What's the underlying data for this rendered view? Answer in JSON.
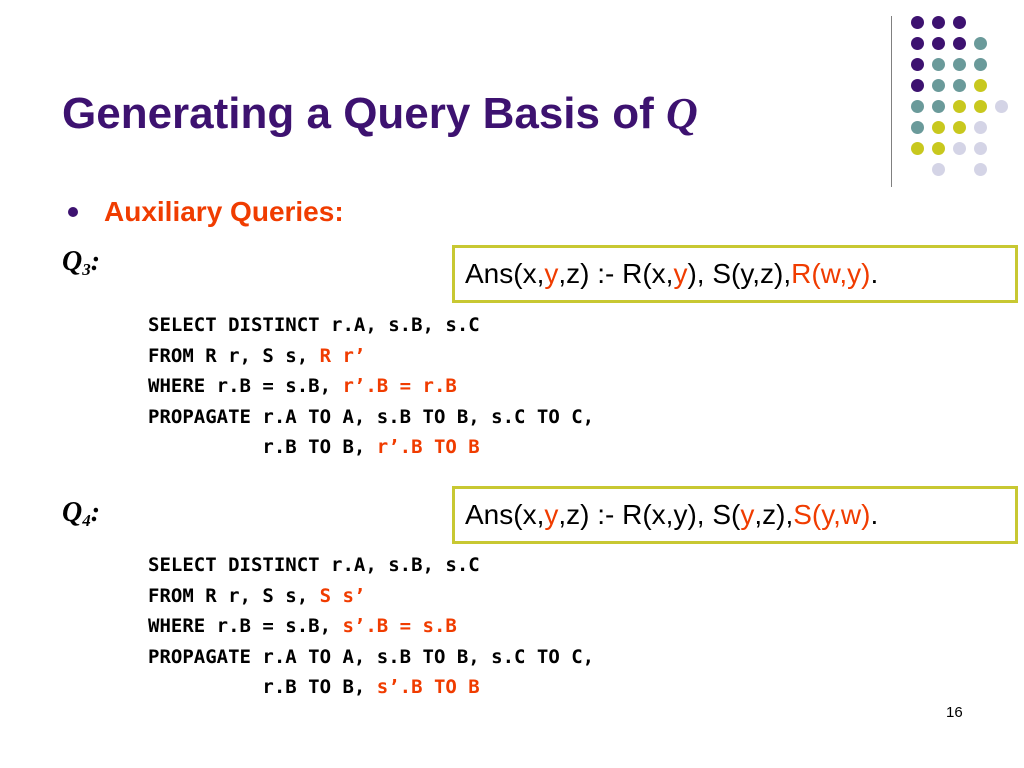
{
  "title": {
    "text": "Generating a Query Basis of ",
    "q": "Q"
  },
  "bullet": {
    "text": "Auxiliary Queries:"
  },
  "q3": {
    "label_main": "Q",
    "label_sub": "3",
    "label_colon": ":",
    "ans": [
      {
        "text": "Ans(x,",
        "red": false
      },
      {
        "text": "y",
        "red": true
      },
      {
        "text": ",z) :- R(x,",
        "red": false
      },
      {
        "text": "y",
        "red": true
      },
      {
        "text": "), S(y,z), ",
        "red": false
      },
      {
        "text": "R(w,y)",
        "red": true
      },
      {
        "text": ".",
        "red": false
      }
    ],
    "code": [
      [
        {
          "text": "SELECT DISTINCT r.A, s.B, s.C",
          "red": false
        }
      ],
      [
        {
          "text": "FROM R r, S s, ",
          "red": false
        },
        {
          "text": "R r’",
          "red": true
        }
      ],
      [
        {
          "text": "WHERE r.B = s.B, ",
          "red": false
        },
        {
          "text": "r’.B = r.B",
          "red": true
        }
      ],
      [
        {
          "text": "PROPAGATE r.A TO A, s.B TO B, s.C TO C,",
          "red": false
        }
      ],
      [
        {
          "text": "          r.B TO B, ",
          "red": false
        },
        {
          "text": "r’.B TO B",
          "red": true
        }
      ]
    ]
  },
  "q4": {
    "label_main": "Q",
    "label_sub": "4",
    "label_colon": ":",
    "ans": [
      {
        "text": "Ans(x,",
        "red": false
      },
      {
        "text": "y",
        "red": true
      },
      {
        "text": ",z) :- R(x,y), S(",
        "red": false
      },
      {
        "text": "y",
        "red": true
      },
      {
        "text": ",z), ",
        "red": false
      },
      {
        "text": "S(y,w)",
        "red": true
      },
      {
        "text": ".",
        "red": false
      }
    ],
    "code": [
      [
        {
          "text": "SELECT DISTINCT r.A, s.B, s.C",
          "red": false
        }
      ],
      [
        {
          "text": "FROM R r, S s, ",
          "red": false
        },
        {
          "text": "S s’",
          "red": true
        }
      ],
      [
        {
          "text": "WHERE r.B = s.B, ",
          "red": false
        },
        {
          "text": "s’.B = s.B",
          "red": true
        }
      ],
      [
        {
          "text": "PROPAGATE r.A TO A, s.B TO B, s.C TO C,",
          "red": false
        }
      ],
      [
        {
          "text": "          r.B TO B, ",
          "red": false
        },
        {
          "text": "s’.B TO B",
          "red": true
        }
      ]
    ]
  },
  "page_number": "16",
  "colors": {
    "title": "#3d1270",
    "accent_red": "#f03c00",
    "box_border": "#c8c832",
    "dot_purple": "#3d1270",
    "dot_teal": "#6a9a9a",
    "dot_yellow": "#c8c81e",
    "dot_lavender": "#d4d4e6"
  },
  "decoration": {
    "dot_grid": [
      [
        "purple",
        "purple",
        "purple",
        null
      ],
      [
        "purple",
        "purple",
        "purple",
        "teal"
      ],
      [
        "purple",
        "teal",
        "teal",
        "teal"
      ],
      [
        "purple",
        "teal",
        "teal",
        "yellow"
      ],
      [
        "teal",
        "teal",
        "yellow",
        "yellow",
        "lavender"
      ],
      [
        "teal",
        "yellow",
        "yellow",
        "lavender"
      ],
      [
        "yellow",
        "yellow",
        "lavender",
        "lavender"
      ],
      [
        null,
        "lavender",
        null,
        "lavender"
      ]
    ]
  }
}
